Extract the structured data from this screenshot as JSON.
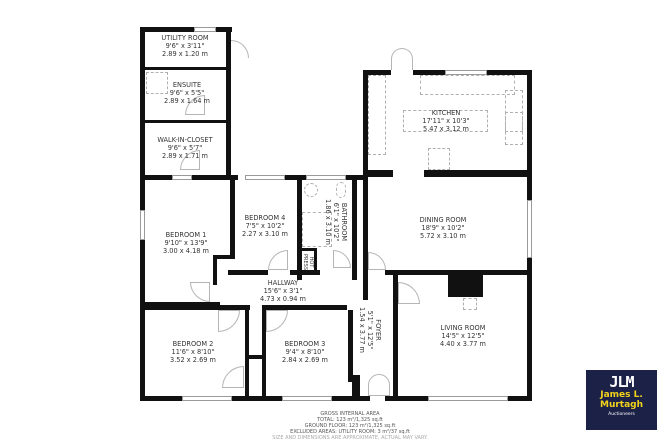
{
  "floorplan": {
    "rooms": [
      {
        "id": "utility-room",
        "name": "UTILITY ROOM",
        "imperial": "9'6\" x 3'11\"",
        "metric": "2.89 x 1.20 m"
      },
      {
        "id": "ensuite",
        "name": "ENSUITE",
        "imperial": "9'6\" x 5'5\"",
        "metric": "2.89 x 1.64 m"
      },
      {
        "id": "walk-in-closet",
        "name": "WALK-IN-CLOSET",
        "imperial": "9'6\" x 5'7\"",
        "metric": "2.89 x 1.71 m"
      },
      {
        "id": "kitchen",
        "name": "KITCHEN",
        "imperial": "17'11\" x 10'3\"",
        "metric": "5.47 x 3.12 m"
      },
      {
        "id": "bedroom-1",
        "name": "BEDROOM 1",
        "imperial": "9'10\" x 13'9\"",
        "metric": "3.00 x 4.18 m"
      },
      {
        "id": "bedroom-4",
        "name": "BEDROOM 4",
        "imperial": "7'5\" x 10'2\"",
        "metric": "2.27 x 3.10 m"
      },
      {
        "id": "bathroom",
        "name": "BATHROOM",
        "imperial": "6'1\" x 10'2\"",
        "metric": "1.86 x 3.10 m"
      },
      {
        "id": "hot-press",
        "name": "HOT PRESS",
        "imperial": "",
        "metric": ""
      },
      {
        "id": "dining-room",
        "name": "DINING ROOM",
        "imperial": "18'9\" x 10'2\"",
        "metric": "5.72 x 3.10 m"
      },
      {
        "id": "hallway",
        "name": "HALLWAY",
        "imperial": "15'6\" x 3'1\"",
        "metric": "4.73 x 0.94 m"
      },
      {
        "id": "bedroom-2",
        "name": "BEDROOM 2",
        "imperial": "11'6\" x 8'10\"",
        "metric": "3.52 x 2.69 m"
      },
      {
        "id": "bedroom-3",
        "name": "BEDROOM 3",
        "imperial": "9'4\" x 8'10\"",
        "metric": "2.84 x 2.69 m"
      },
      {
        "id": "foyer",
        "name": "FOYER",
        "imperial": "5'1\" x 12'5\"",
        "metric": "1.54 x 3.77 m"
      },
      {
        "id": "living-room",
        "name": "LIVING ROOM",
        "imperial": "14'5\" x 12'5\"",
        "metric": "4.40 x 3.77 m"
      }
    ]
  },
  "footer": {
    "title": "GROSS INTERNAL AREA",
    "total": "TOTAL: 123 m²/1,325 sq.ft",
    "ground_floor": "GROUND FLOOR: 123 m²/1,325 sq.ft",
    "excluded": "EXCLUDED AREAS: UTILITY ROOM: 3 m²/37 sq.ft",
    "disclaimer": "SIZE AND DIMENSIONS ARE APPROXIMATE, ACTUAL MAY VARY."
  },
  "logo": {
    "monogram": "JLM",
    "name_line1": "James L.",
    "name_line2": "Murtagh",
    "tagline": "Auctioneers",
    "bg_color": "#1c2147",
    "accent_color": "#f2d31b"
  }
}
